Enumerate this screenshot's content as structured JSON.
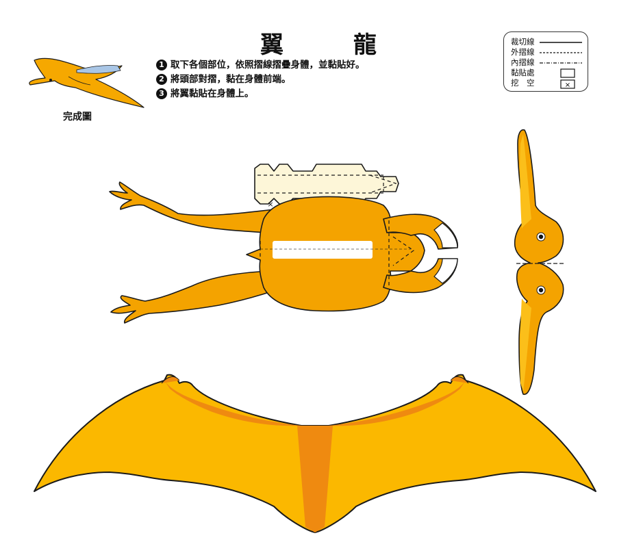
{
  "title": "翼　龍",
  "instructions": [
    {
      "num": "1",
      "text": "取下各個部位，依照摺線摺疊身體，並黏貼好。"
    },
    {
      "num": "2",
      "text": "將頭部對摺，黏在身體前端。"
    },
    {
      "num": "3",
      "text": "將翼黏貼在身體上。"
    }
  ],
  "preview_caption": "完成圖",
  "legend": {
    "cut_line": "裁切線",
    "mountain_fold": "外摺線",
    "valley_fold": "內摺線",
    "glue_area": "黏貼處",
    "cut_out": "挖　空"
  },
  "colors": {
    "body_orange": "#f4a300",
    "wing_yellow": "#fbb800",
    "wing_dark": "#ef8a10",
    "glue_cream": "#fdf6d8",
    "outline": "#1a1a1a"
  },
  "icons": [
    "pterosaur-preview",
    "glue-box-icon",
    "cut-out-icon"
  ]
}
